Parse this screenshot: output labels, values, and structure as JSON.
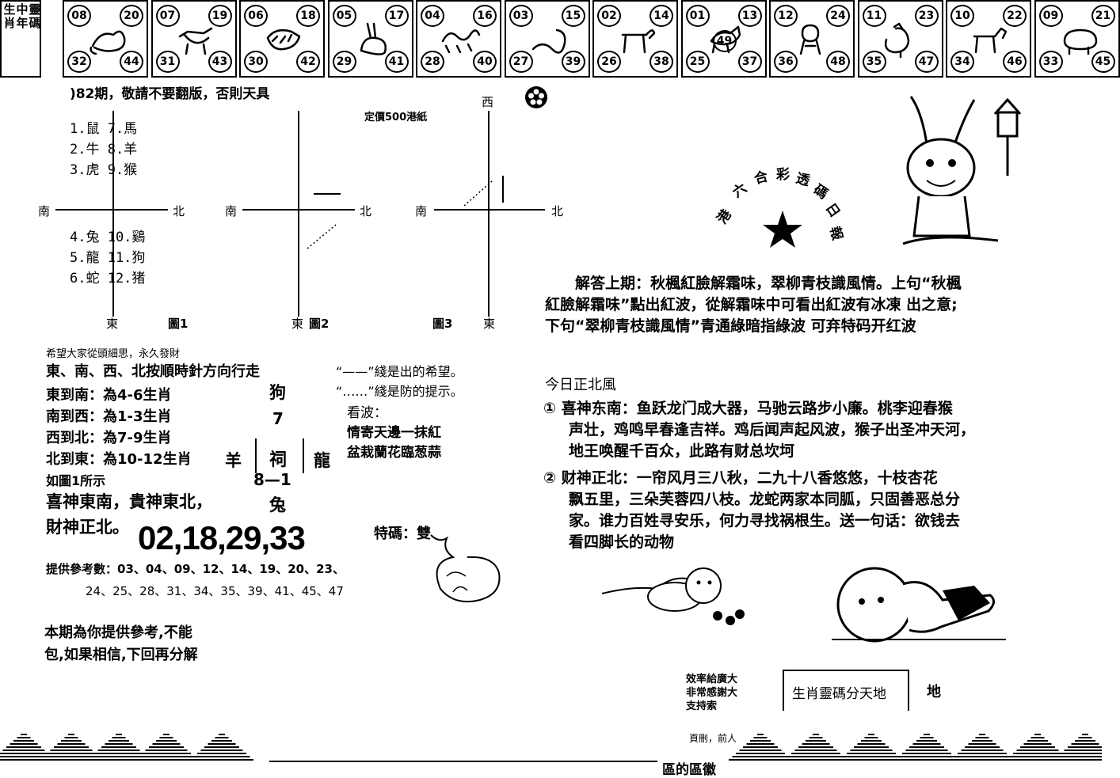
{
  "strip": {
    "year_label": [
      "生肖",
      "中年",
      "靈碼"
    ],
    "cells": [
      {
        "icon": "rat-icon",
        "nums": [
          "08",
          "20",
          "32",
          "44"
        ]
      },
      {
        "icon": "ox-icon",
        "nums": [
          "07",
          "19",
          "31",
          "43"
        ]
      },
      {
        "icon": "tiger-icon",
        "nums": [
          "06",
          "18",
          "30",
          "42"
        ]
      },
      {
        "icon": "rabbit-icon",
        "nums": [
          "05",
          "17",
          "29",
          "41"
        ]
      },
      {
        "icon": "dragon-icon",
        "nums": [
          "04",
          "16",
          "28",
          "40"
        ]
      },
      {
        "icon": "snake-icon",
        "nums": [
          "03",
          "15",
          "27",
          "39"
        ]
      },
      {
        "icon": "horse-icon",
        "nums": [
          "02",
          "14",
          "26",
          "38"
        ]
      },
      {
        "icon": "goat-icon",
        "nums": [
          "01",
          "13",
          "25",
          "37"
        ],
        "extra": "49"
      },
      {
        "icon": "monkey-icon",
        "nums": [
          "12",
          "24",
          "36",
          "48"
        ]
      },
      {
        "icon": "rooster-icon",
        "nums": [
          "11",
          "23",
          "35",
          "47"
        ]
      },
      {
        "icon": "dog-icon",
        "nums": [
          "10",
          "22",
          "34",
          "46"
        ]
      },
      {
        "icon": "pig-icon",
        "nums": [
          "09",
          "21",
          "33",
          "45"
        ]
      }
    ]
  },
  "header_notice": ")82期，敬請不要翻版，否則天具",
  "price_note": "定價500港紙",
  "diagram": {
    "top_list": [
      "1.鼠 7.馬",
      "2.牛 8.羊",
      "3.虎 9.猴"
    ],
    "bottom_list": [
      "4.兔 10.鷄",
      "5.龍 11.狗",
      "6.蛇 12.猪"
    ],
    "south": "南",
    "north": "北",
    "east": "東",
    "west": "西",
    "fig1": "圖1",
    "fig2": "圖2",
    "fig3": "圖3"
  },
  "left": {
    "intro": "希望大家從頭細思，永久發財",
    "rule": "東、南、西、北按順時針方向行走",
    "legend_solid": "“——”綫是出的希望。",
    "legend_dotted": "“‥‥‥”綫是防的提示。",
    "e_s": "東到南：為4-6生肖",
    "s_w": "南到西：為1-3生肖",
    "w_n": "西到北：為7-9生肖",
    "n_e": "北到東：為10-12生肖",
    "see_fig": "如圖1所示",
    "gods1": "喜神東南，貴神東北，",
    "gods2": "財神正北。",
    "dog": "狗",
    "seven": "7",
    "goat": "羊",
    "temple": "祠",
    "dragon": "龍",
    "eight_one": "8—1",
    "rabbit": "兔",
    "wave_title": "看波：",
    "wave1": "情寄天邊一抹紅",
    "wave2": "盆栽蘭花臨葱蒜",
    "main_nums": "02,18,29,33",
    "special": "特碼：雙",
    "ref_label": "提供參考數：03、04、09、12、14、19、20、23、",
    "ref_line2": "24、25、28、31、34、35、39、41、45、47",
    "footer1": "本期為你提供參考,不能",
    "footer2": "包,如果相信,下回再分解"
  },
  "right": {
    "seal_text": "港六合彩透碼日報",
    "answer1": "解答上期：秋楓紅臉解霜味，翠柳青枝識風情。上句“秋楓",
    "answer2": "紅臉解霜味”點出紅波，從解霜味中可看出紅波有冰凍 出之意;",
    "answer3": "下句“翠柳青枝識風情”青通綠暗指綠波 可弃特码开红波",
    "today": "今日正北風",
    "p1_num": "①",
    "p1_1": "喜神东南：鱼跃龙门成大器，马驰云路步小廉。桃李迎春猴",
    "p1_2": "声壮，鸡鸣早春逢吉祥。鸡后闻声起风波，猴子出圣冲天河，",
    "p1_3": "地王唤醒千百众，此路有财总坎坷",
    "p2_num": "②",
    "p2_1": "财神正北：一帘风月三八秋，二九十八香悠悠，十枝杏花",
    "p2_2": "飘五里，三朵芙蓉四八枝。龙蛇两家本同胍，只固善恶总分",
    "p2_3": "家。谁力百姓寻安乐，何力寻找祸根生。送一句话：欲钱去",
    "p2_4": "看四脚长的动物",
    "thanks1": "效率給廣大",
    "thanks2": "非常感謝大",
    "thanks3": "支持索",
    "box_title": "生肖靈碼分天地",
    "box_di": "地",
    "bottom_note": "區的區徽",
    "bottom_small": "頁刪，前人"
  }
}
